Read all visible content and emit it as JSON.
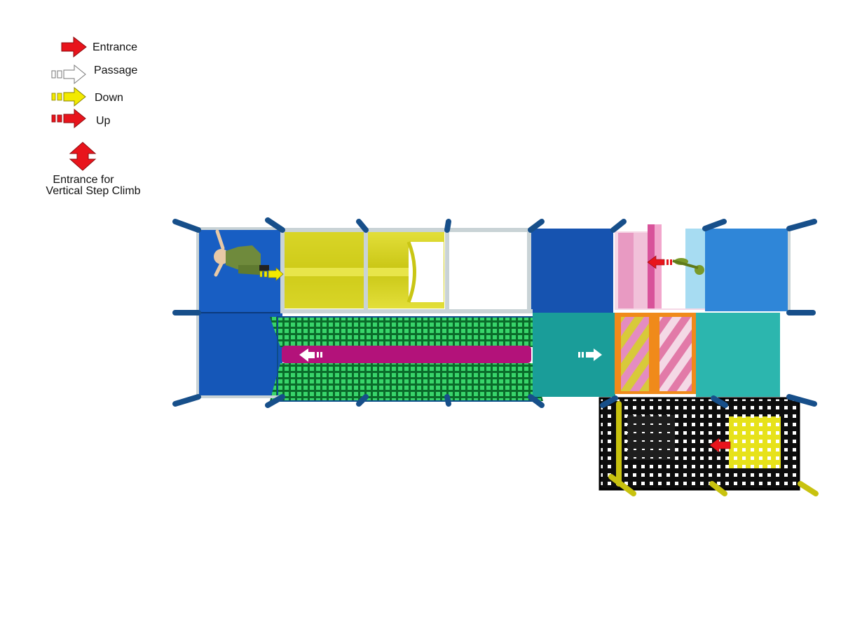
{
  "legend": {
    "entrance": "Entrance",
    "passage": "Passage",
    "down": "Down",
    "up": "Up",
    "vertical_entrance_line1": "Entrance for",
    "vertical_entrance_line2": "Vertical Step Climb"
  },
  "colors": {
    "entrance_red": "#e8141c",
    "passage_white": "#ffffff",
    "down_yellow": "#f2ea00",
    "up_red": "#e8141c",
    "floor_blue": "#1557b8",
    "light_blue": "#2f86d8",
    "teal": "#1fa9a4",
    "slide_yellow": "#d9d61e",
    "net_green": "#1fbf3a",
    "tunnel_magenta": "#b3127a",
    "post_blue": "#174f8a",
    "frame_grey": "#c9d3d6",
    "black_net": "#0d0d0d",
    "pink_stripe": "#e89ac2",
    "orange": "#f08a1a"
  },
  "icons": [
    "arrow-right-icon",
    "arrow-double-vertical-icon",
    "child-figure-icon"
  ]
}
